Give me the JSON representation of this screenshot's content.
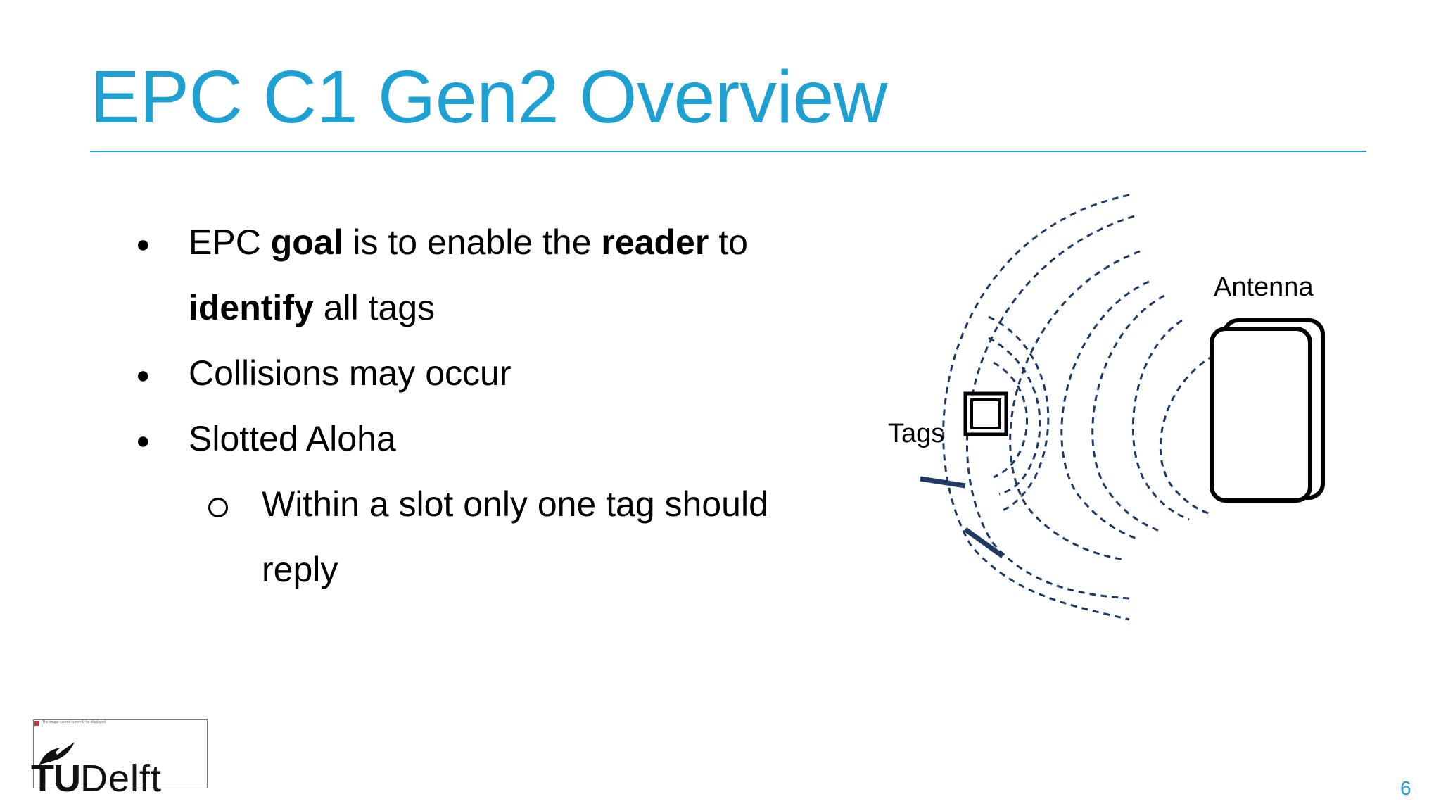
{
  "slide": {
    "title": "EPC C1 Gen2 Overview",
    "page_number": "6",
    "colors": {
      "accent": "#1fa0d2",
      "wave": "#1f3b63",
      "text": "#000000"
    }
  },
  "bullets": {
    "b1_l1_pre": "EPC ",
    "b1_l1_bold1": "goal",
    "b1_l1_mid": " is to enable the ",
    "b1_l1_bold2": "reader",
    "b1_l1_post": " to",
    "b1_l2_bold": "identify",
    "b1_l2_post": " all tags",
    "b2": "Collisions may occur",
    "b3": "Slotted Aloha",
    "b3_sub_l1": "Within a slot only one tag should",
    "b3_sub_l2": "reply"
  },
  "diagram": {
    "antenna_label": "Antenna",
    "tags_label": "Tags"
  },
  "logo": {
    "broken_image_note": "The image cannot currently be displayed.",
    "tu": "TU",
    "delft": "Delft"
  }
}
